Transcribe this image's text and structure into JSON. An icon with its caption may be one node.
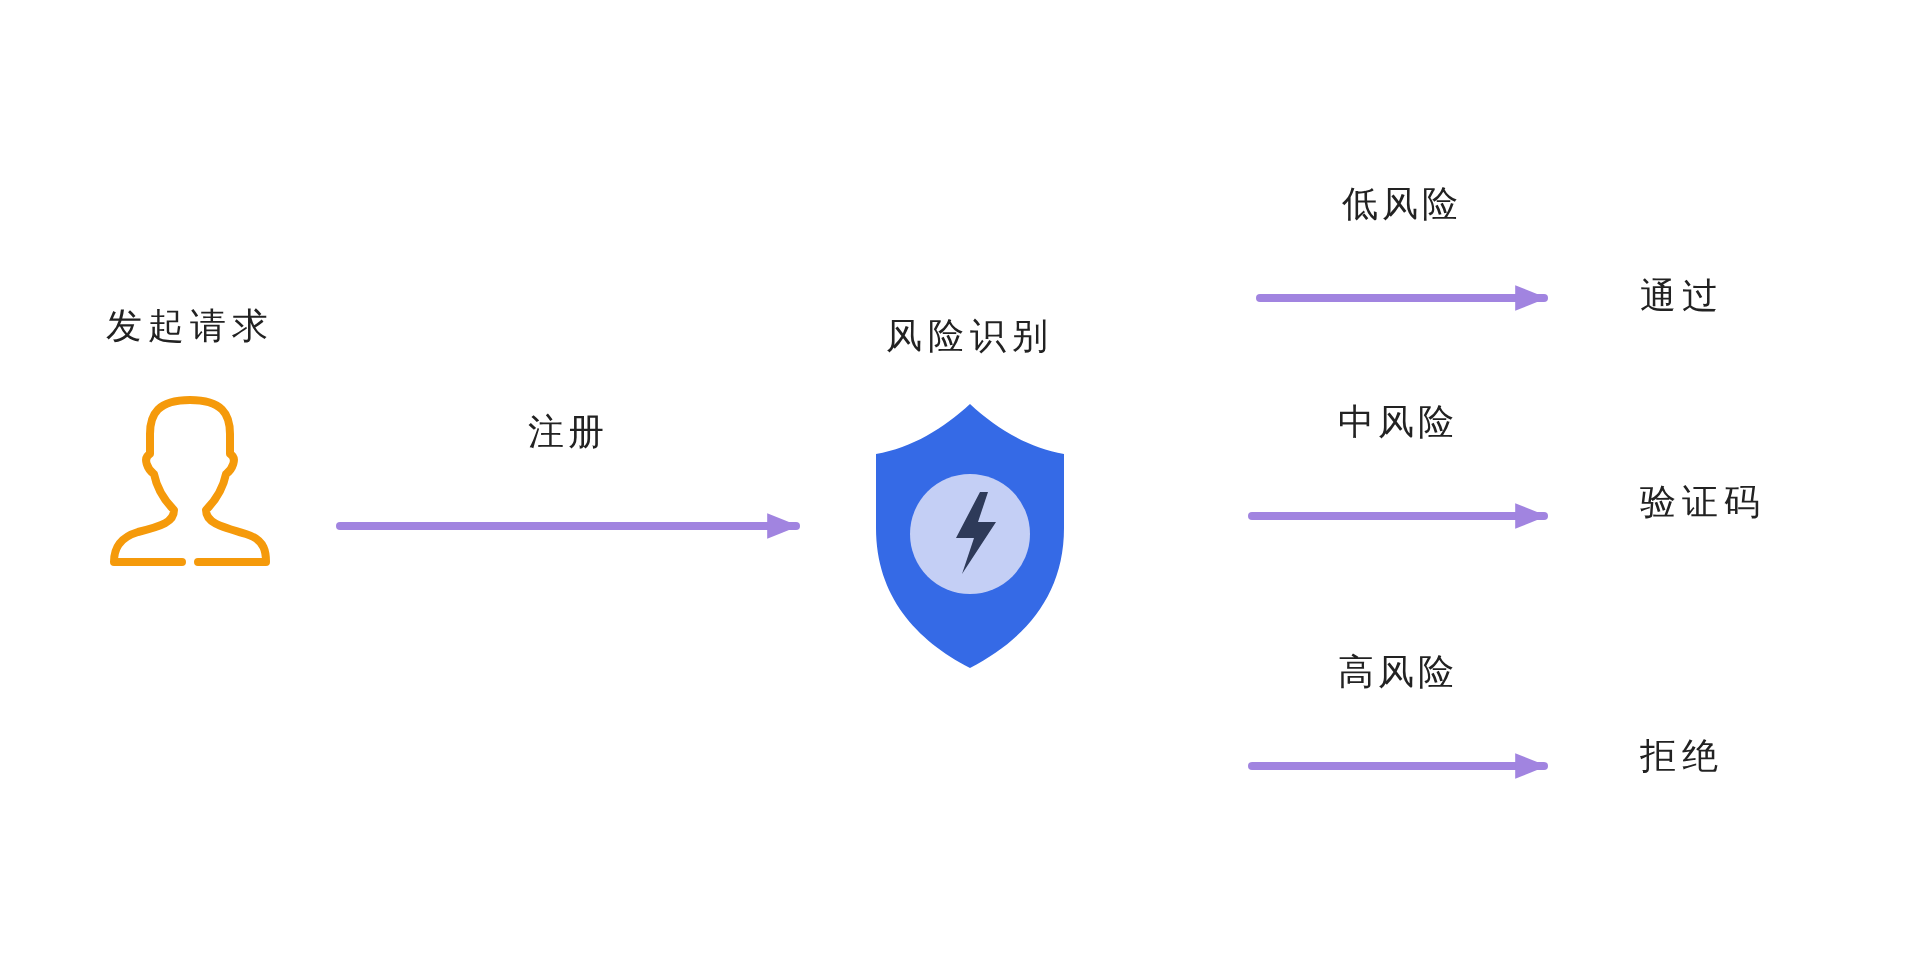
{
  "diagram": {
    "nodes": [
      {
        "text": [
          "发起请求"
        ]
      },
      {
        "text": [
          "风险识别"
        ]
      },
      {
        "text": [
          "通过"
        ]
      },
      {
        "text": [
          "验证码"
        ]
      },
      {
        "text": [
          "拒绝"
        ]
      }
    ],
    "edges": [
      {
        "from": 0,
        "to": 1,
        "arrow": "to",
        "label": "注册"
      },
      {
        "from": null,
        "to": 2,
        "arrow": "to",
        "label": "低风险"
      },
      {
        "from": null,
        "to": 3,
        "arrow": "to",
        "label": "中风险"
      },
      {
        "from": null,
        "to": 4,
        "arrow": "to",
        "label": "高风险"
      }
    ]
  }
}
